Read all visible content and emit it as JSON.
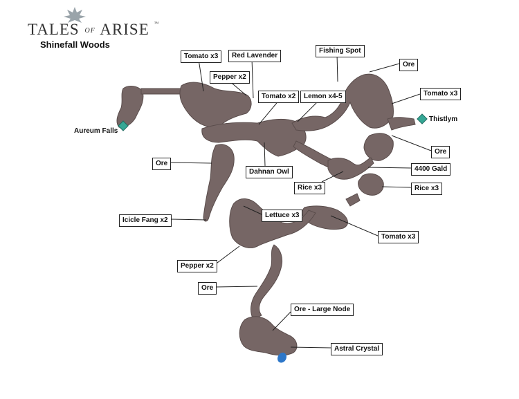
{
  "logo": {
    "tales": "TALES",
    "of": "OF",
    "arise": "ARISE",
    "tm": "™"
  },
  "subtitle": "Shinefall Woods",
  "colors": {
    "terrain": "#766665",
    "terrain_stroke": "#5a4d4c",
    "leader": "#222222",
    "crystal": "#2d77c9",
    "exit_marker": "#35a795"
  },
  "icons": {
    "exit": "diamond-exit-icon",
    "crystal": "astral-crystal-icon"
  },
  "exits": {
    "west": "Aureum Falls",
    "east": "Thistlym"
  },
  "labels": [
    "Tomato x3",
    "Red Lavender",
    "Fishing Spot",
    "Ore",
    "Pepper x2",
    "Tomato x2",
    "Lemon x4-5",
    "Tomato x3",
    "Ore",
    "Dahnan Owl",
    "4400 Gald",
    "Rice x3",
    "Rice x3",
    "Ore",
    "Icicle Fang x2",
    "Lettuce x3",
    "Tomato x3",
    "Pepper x2",
    "Ore",
    "Ore - Large Node",
    "Astral Crystal"
  ]
}
